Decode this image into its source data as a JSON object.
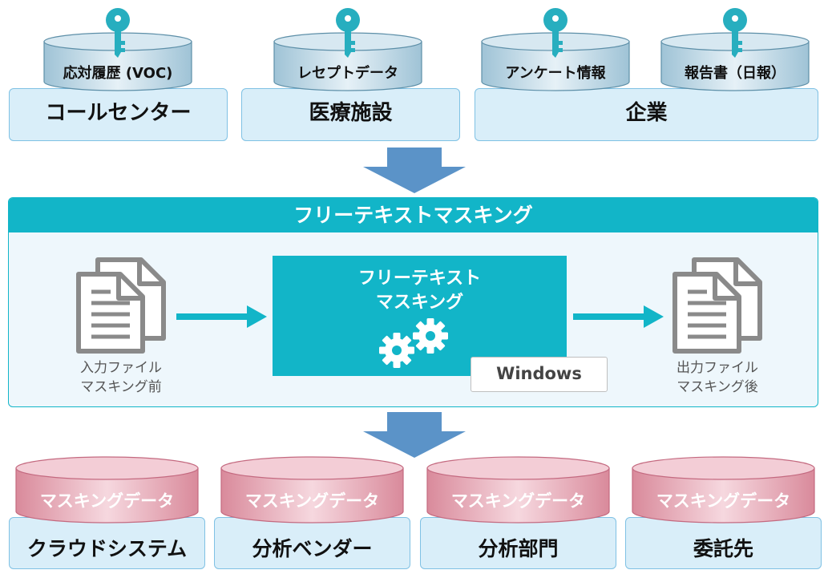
{
  "sources": {
    "call_center": {
      "label": "コールセンター",
      "db": "応対履歴 (VOC)"
    },
    "medical": {
      "label": "医療施設",
      "db": "レセプトデータ"
    },
    "enterprise": {
      "label": "企業",
      "db_survey": "アンケート情報",
      "db_report": "報告書（日報）"
    }
  },
  "panel": {
    "header": "フリーテキストマスキング",
    "engine_title_line1": "フリーテキスト",
    "engine_title_line2": "マスキング",
    "platform": "Windows",
    "input_caption_line1": "入力ファイル",
    "input_caption_line2": "マスキング前",
    "output_caption_line1": "出力ファイル",
    "output_caption_line2": "マスキング後"
  },
  "destinations": [
    {
      "label": "クラウドシステム",
      "db": "マスキングデータ"
    },
    {
      "label": "分析ベンダー",
      "db": "マスキングデータ"
    },
    {
      "label": "分析部門",
      "db": "マスキングデータ"
    },
    {
      "label": "委託先",
      "db": "マスキングデータ"
    }
  ],
  "colors": {
    "teal": "#12b5c8",
    "light_blue": "#d9eef9",
    "arrow_blue": "#5b93c8",
    "pink_db": "#e9a6b4",
    "key_teal": "#27aebf"
  },
  "icons": [
    "key-icon",
    "document-icon",
    "gear-icon",
    "arrow-down-icon",
    "arrow-right-icon"
  ]
}
